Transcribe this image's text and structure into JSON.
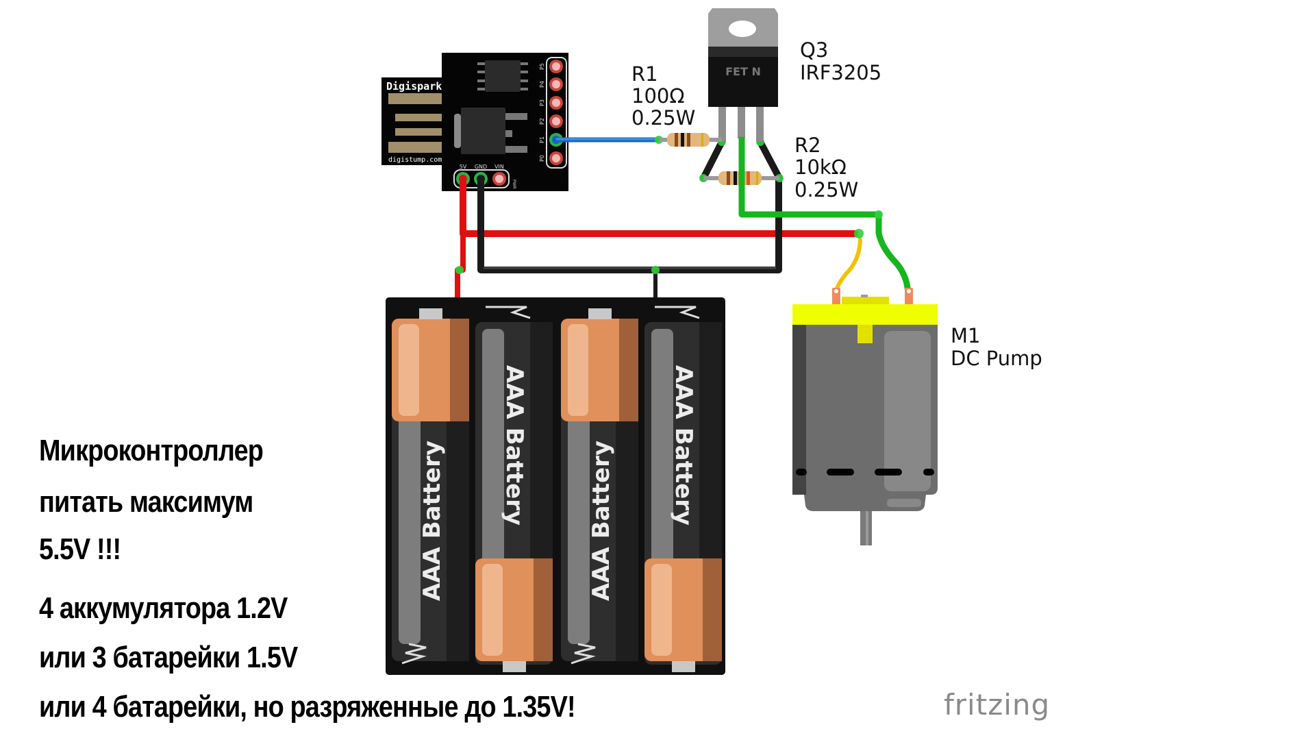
{
  "microcontroller": {
    "name": "Digispark",
    "website": "digistump.com",
    "side_pins": [
      "P5",
      "P4",
      "P3",
      "P2",
      "P1",
      "P0"
    ],
    "bottom_pins": [
      "5V",
      "GND",
      "VIN"
    ],
    "pwr_mark": "PWR"
  },
  "transistor": {
    "ref": "Q3",
    "part": "IRF3205",
    "body_text": "FET N"
  },
  "resistors": [
    {
      "ref": "R1",
      "value": "100Ω",
      "power": "0.25W"
    },
    {
      "ref": "R2",
      "value": "10kΩ",
      "power": "0.25W"
    }
  ],
  "motor": {
    "ref": "M1",
    "name": "DC Pump"
  },
  "battery_pack": {
    "cells": [
      {
        "label": "AAA Battery"
      },
      {
        "label": "AAA Battery"
      },
      {
        "label": "AAA Battery"
      },
      {
        "label": "AAA Battery"
      }
    ]
  },
  "wire_colors": {
    "signal": "#1e7fd6",
    "power": "#e01010",
    "ground": "#222222",
    "drain": "#17b51f",
    "motor_plus": "#f2c200"
  },
  "notes": [
    "Микроконтроллер",
    "питать максимум",
    "5.5V !!!",
    "4 аккумулятора 1.2V",
    "или 3 батарейки 1.5V",
    "или 4 батарейки, но разряженные до 1.35V!"
  ],
  "watermark": "fritzing"
}
